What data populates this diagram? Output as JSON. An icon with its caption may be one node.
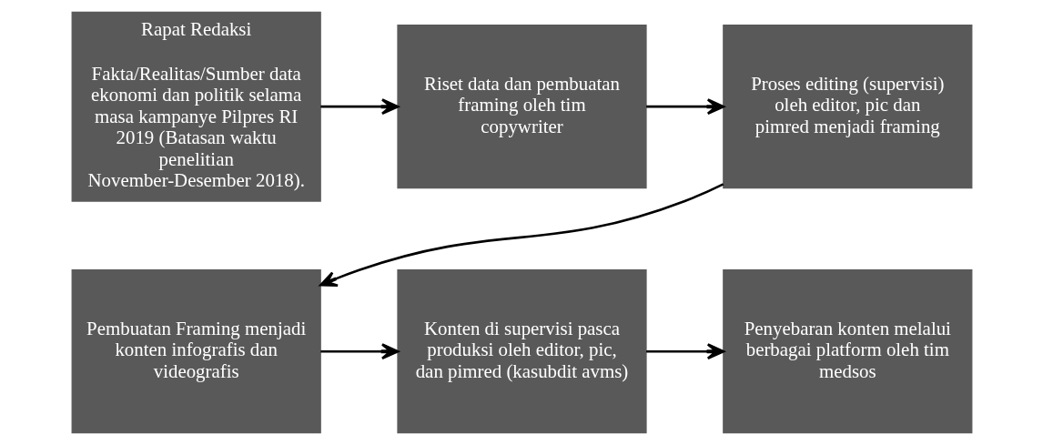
{
  "diagram": {
    "nodes": [
      {
        "text": [
          "Rapat Redaksi",
          "Fakta/Realitas/Sumber data ekonomi dan politik selama masa kampanye Pilpres RI 2019 (Batasan waktu penelitian November-Desember 2018)."
        ]
      },
      {
        "text": [
          "Riset data dan pembuatan framing oleh tim copywriter"
        ]
      },
      {
        "text": [
          "Proses editing (supervisi) oleh editor, pic dan pimred menjadi framing"
        ]
      },
      {
        "text": [
          "Pembuatan Framing menjadi konten infografis dan videografis"
        ]
      },
      {
        "text": [
          "Konten di supervisi pasca produksi oleh editor, pic, dan pimred (kasubdit avms)"
        ]
      },
      {
        "text": [
          "Penyebaran konten melalui berbagai platform oleh tim medsos"
        ]
      }
    ],
    "edges": [
      {
        "from": 0,
        "to": 1,
        "arrow": "to"
      },
      {
        "from": 1,
        "to": 2,
        "arrow": "to"
      },
      {
        "from": 2,
        "to": 3,
        "arrow": "to"
      },
      {
        "from": 3,
        "to": 4,
        "arrow": "to"
      },
      {
        "from": 4,
        "to": 5,
        "arrow": "to"
      }
    ]
  }
}
